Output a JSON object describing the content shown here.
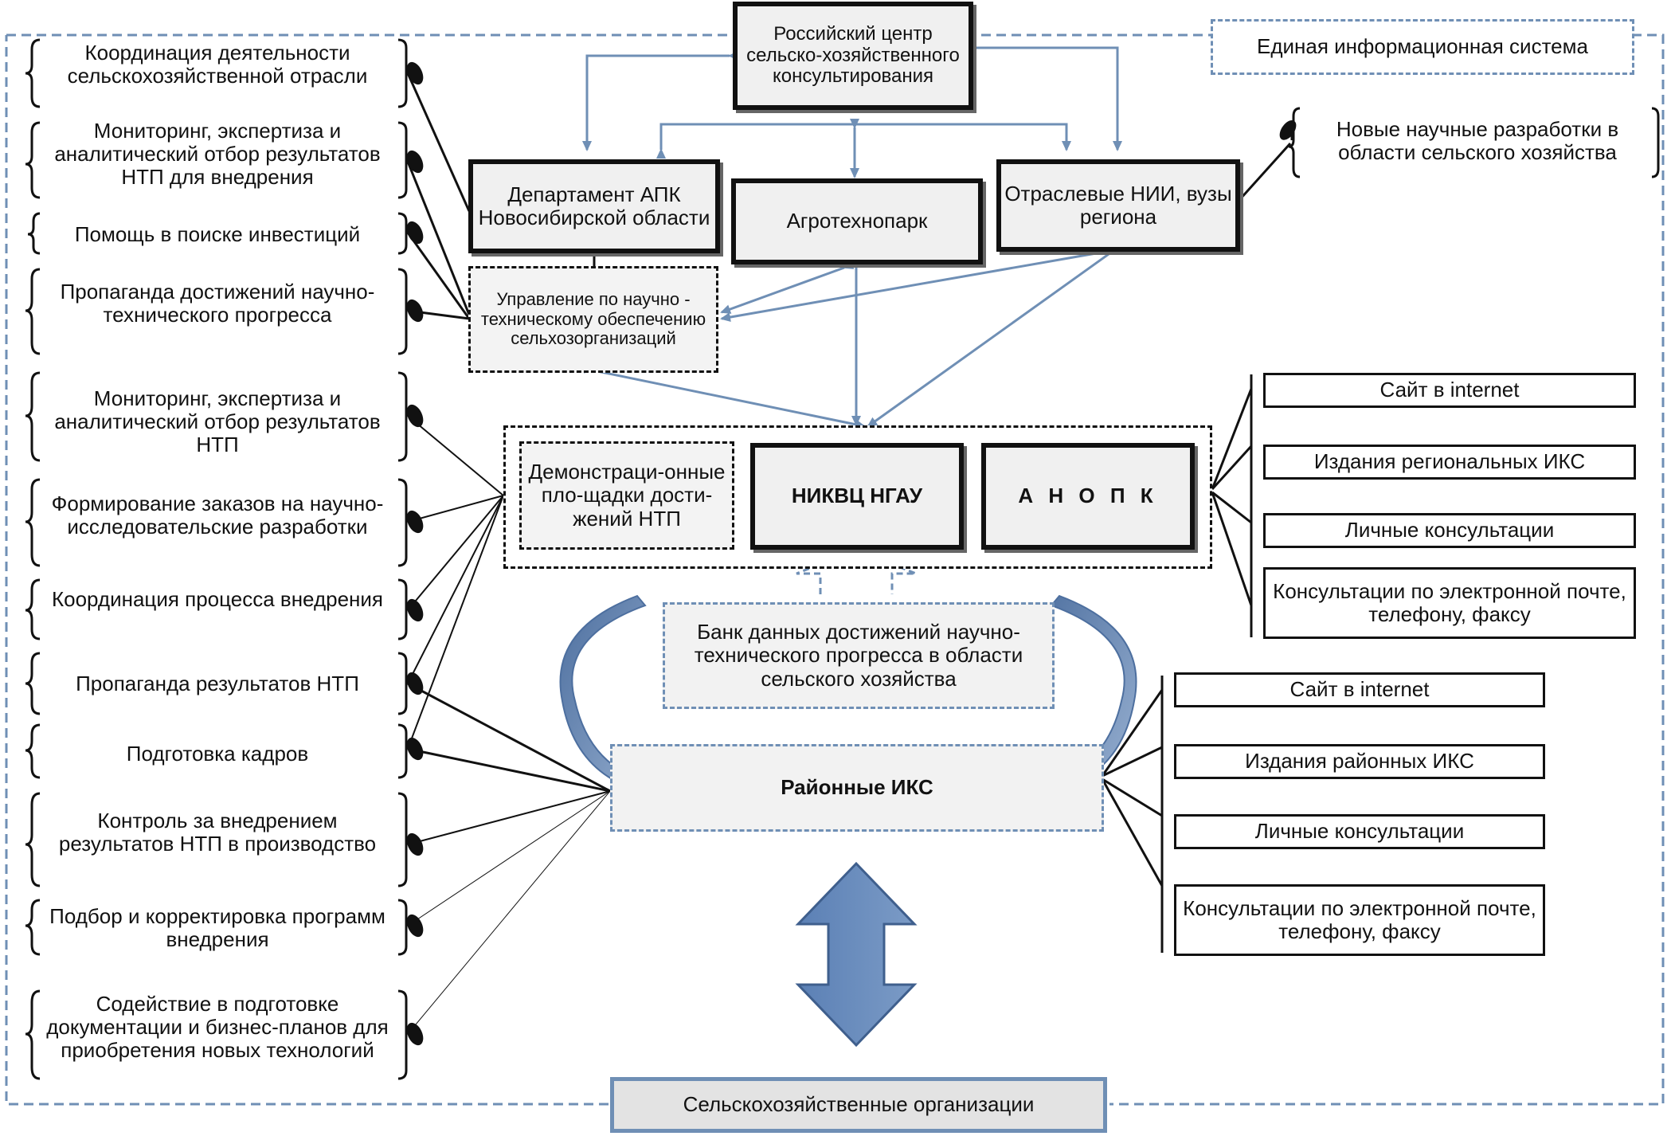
{
  "top": {
    "center": "Российский центр сельско-хозяйственного консультирования",
    "info_system": "Единая информационная система"
  },
  "level2": {
    "department": "Департамент АПК Новосибирской области",
    "agrotechnopark": "Агротехнопарк",
    "nii": "Отраслевые НИИ, вузы региона",
    "management": "Управление по научно - техническому обеспечению сельхозорганизаций"
  },
  "new_developments": "Новые научные разработки в области сельского хозяйства",
  "regional": {
    "demo": "Демонстраци-онные пло-щадки дости-жений НТП",
    "nikvc": "НИКВЦ НГАУ",
    "anopk": "А Н О П К"
  },
  "databank": "Банк данных достижений научно-технического прогресса в области сельского хозяйства",
  "district": "Районные ИКС",
  "organizations": "Сельскохозяйственные организации",
  "left_functions": [
    "Координация деятельности сельскохозяйственной отрасли",
    "Мониторинг, экспертиза и аналитический отбор результатов НТП для внедрения",
    "Помощь в поиске инвестиций",
    "Пропаганда достижений научно-технического прогресса",
    "Мониторинг, экспертиза и аналитический отбор результатов НТП",
    "Формирование заказов на научно-исследовательские разработки",
    "Координация процесса внедрения",
    "Пропаганда результатов НТП",
    "Подготовка кадров",
    "Контроль за внедрением результатов НТП в производство",
    "Подбор и корректировка программ внедрения",
    "Содействие в подготовке документации и бизнес-планов для приобретения новых технологий"
  ],
  "right_regional": [
    "Сайт в internet",
    "Издания региональных ИКС",
    "Личные консультации",
    "Консультации по электронной почте, телефону, факсу"
  ],
  "right_district": [
    "Сайт в internet",
    "Издания районных ИКС",
    "Личные консультации",
    "Консультации по электронной почте, телефону, факсу"
  ],
  "colors": {
    "blue_arrow": "#6f8fb5",
    "blue_fill": "#5b80b5",
    "dark": "#111111",
    "light_gray": "#f0f0f0"
  }
}
